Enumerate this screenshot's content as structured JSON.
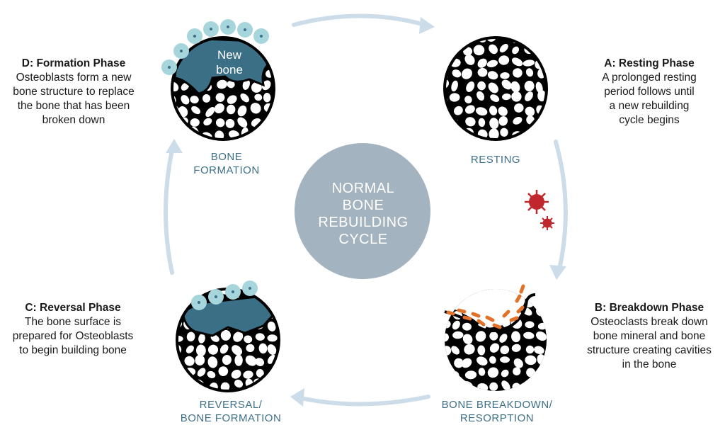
{
  "center": {
    "lines": [
      "NORMAL",
      "BONE",
      "REBUILDING",
      "CYCLE"
    ]
  },
  "new_bone_label": [
    "New",
    "bone"
  ],
  "stages": {
    "resting": {
      "label_lines": [
        "RESTING"
      ]
    },
    "breakdown": {
      "label_lines": [
        "BONE BREAKDOWN/",
        "RESORPTION"
      ]
    },
    "reversal": {
      "label_lines": [
        "REVERSAL/",
        "BONE FORMATION"
      ]
    },
    "formation": {
      "label_lines": [
        "BONE",
        "FORMATION"
      ]
    }
  },
  "phases": {
    "a": {
      "title": "A: Resting Phase",
      "lines": [
        "A prolonged resting",
        "period follows until",
        "a new rebuilding",
        "cycle begins"
      ]
    },
    "b": {
      "title": "B: Breakdown Phase",
      "lines": [
        "Osteoclasts break down",
        "bone mineral and bone",
        "structure creating cavities",
        "in the bone"
      ]
    },
    "c": {
      "title": "C: Reversal Phase",
      "lines": [
        "The bone surface is",
        "prepared for Osteoblasts",
        "to begin building bone"
      ]
    },
    "d": {
      "title": "D: Formation Phase",
      "lines": [
        "Osteoblasts form a new",
        "bone structure to replace",
        "the bone that has been",
        "broken down"
      ]
    }
  },
  "colors": {
    "teal": "#3e6f88",
    "center_circle": "#a3b3bf",
    "arrow": "#ccdce8",
    "osteoblast": "#a6d5dc",
    "osteoclast": "#e0722a",
    "virus": "#c0272d",
    "new_bone": "#3b6f86"
  }
}
